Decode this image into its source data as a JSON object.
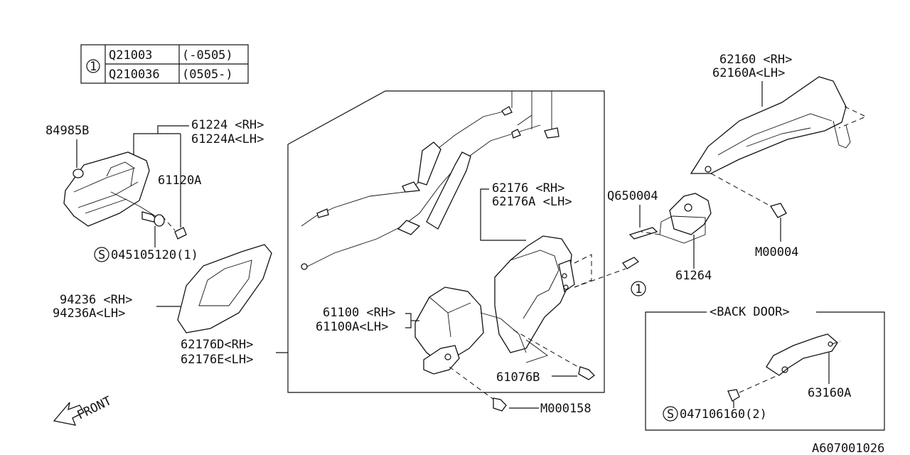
{
  "legend_table": {
    "ref": "1",
    "rows": [
      {
        "part": "Q21003",
        "range": "(-0505)"
      },
      {
        "part": "Q210036",
        "range": "(0505-)"
      }
    ]
  },
  "callouts": {
    "p84985b": "84985B",
    "p61224_rh": "61224 <RH>",
    "p61224a_lh": "61224A<LH>",
    "p61120a": "61120A",
    "p045105120": "045105120(1)",
    "p94236_rh": "94236 <RH>",
    "p94236a_lh": "94236A<LH>",
    "p62176d_rh": "62176D<RH>",
    "p62176e_lh": "62176E<LH>",
    "p62176_rh": "62176 <RH>",
    "p62176a_lh": "62176A <LH>",
    "p61100_rh": "61100 <RH>",
    "p61100a_lh": "61100A<LH>",
    "p61076b": "61076B",
    "pm000158": "M000158",
    "pq650004": "Q650004",
    "p61264": "61264",
    "p62160_rh": "62160 <RH>",
    "p62160a_lh": "62160A<LH>",
    "pm00004": "M00004",
    "ref1": "1",
    "s_mark": "S"
  },
  "back_door": {
    "title": "<BACK DOOR>",
    "p63160a": "63160A",
    "p047106160": "047106160(2)"
  },
  "front_label": "FRONT",
  "diagram_id": "A607001026"
}
